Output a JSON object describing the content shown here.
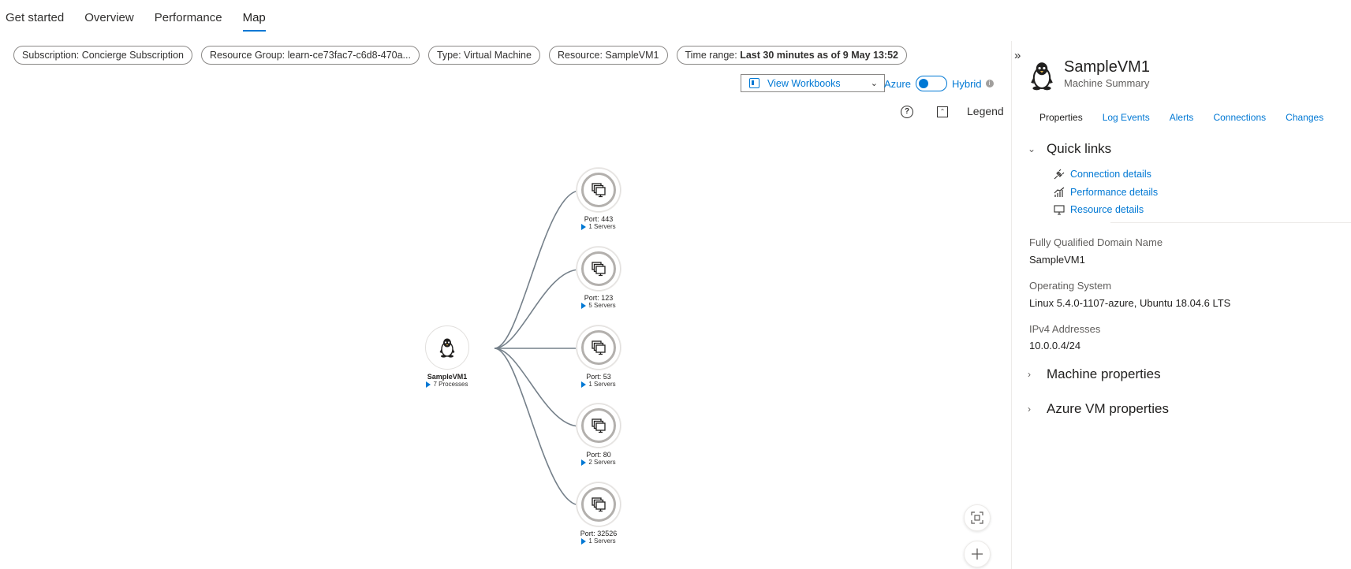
{
  "tabs": [
    {
      "label": "Get started"
    },
    {
      "label": "Overview"
    },
    {
      "label": "Performance"
    },
    {
      "label": "Map"
    }
  ],
  "filters": {
    "subscription": "Subscription: Concierge Subscription",
    "resource_group": "Resource Group: learn-ce73fac7-c6d8-470a...",
    "type": "Type: Virtual Machine",
    "resource": "Resource: SampleVM1",
    "time_prefix": "Time range: ",
    "time_value": "Last 30 minutes as of 9 May 13:52"
  },
  "toolbar": {
    "workbooks_label": "View Workbooks",
    "azure_label": "Azure",
    "hybrid_label": "Hybrid",
    "legend_label": "Legend",
    "help_glyph": "?"
  },
  "map": {
    "machine": {
      "name": "SampleVM1",
      "processes": "7 Processes",
      "icon": "linux-penguin-icon"
    },
    "ports": [
      {
        "label": "Port: 443",
        "servers": "1 Servers"
      },
      {
        "label": "Port: 123",
        "servers": "5 Servers"
      },
      {
        "label": "Port: 53",
        "servers": "1 Servers"
      },
      {
        "label": "Port: 80",
        "servers": "2 Servers"
      },
      {
        "label": "Port: 32526",
        "servers": "1 Servers"
      }
    ],
    "edge_color": "#75808a"
  },
  "panel": {
    "title": "SampleVM1",
    "subtitle": "Machine Summary",
    "tabs": [
      "Properties",
      "Log Events",
      "Alerts",
      "Connections",
      "Changes"
    ],
    "quick_links_title": "Quick links",
    "quick_links": [
      {
        "label": "Connection details",
        "icon": "plug-icon"
      },
      {
        "label": "Performance details",
        "icon": "bar-chart-icon"
      },
      {
        "label": "Resource details",
        "icon": "monitor-icon"
      }
    ],
    "properties": [
      {
        "label": "Fully Qualified Domain Name",
        "value": "SampleVM1"
      },
      {
        "label": "Operating System",
        "value": "Linux 5.4.0-1107-azure, Ubuntu 18.04.6 LTS"
      },
      {
        "label": "IPv4 Addresses",
        "value": "10.0.0.4/24"
      }
    ],
    "sections": [
      "Machine properties",
      "Azure VM properties"
    ]
  },
  "colors": {
    "accent": "#0078d4",
    "text": "#323130"
  }
}
